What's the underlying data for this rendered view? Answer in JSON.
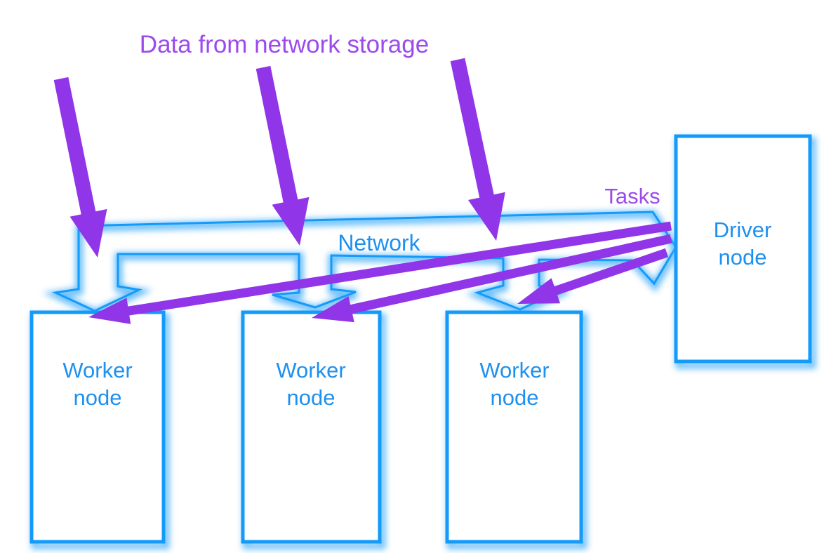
{
  "diagram": {
    "title": "Data from network storage",
    "labels": {
      "network": "Network",
      "tasks": "Tasks"
    },
    "nodes": {
      "worker1": {
        "name": "Worker node",
        "line1": "Worker",
        "line2": "node"
      },
      "worker2": {
        "name": "Worker node",
        "line1": "Worker",
        "line2": "node"
      },
      "worker3": {
        "name": "Worker node",
        "line1": "Worker",
        "line2": "node"
      },
      "driver": {
        "name": "Driver node",
        "line1": "Driver",
        "line2": "node"
      }
    },
    "edges": [
      {
        "type": "data-flow",
        "label": "Data from network storage",
        "to": [
          "worker1",
          "worker2",
          "worker3"
        ]
      },
      {
        "type": "network",
        "label": "Network",
        "connects": [
          "worker1",
          "worker2",
          "worker3",
          "driver"
        ]
      },
      {
        "type": "tasks",
        "label": "Tasks",
        "from": "driver",
        "to": [
          "worker1",
          "worker2",
          "worker3"
        ]
      }
    ],
    "colors": {
      "node_border_blue": "#149AF9",
      "node_text_blue": "#1E90EF",
      "glow_blue": "#6CBFFA",
      "arrow_purple": "#9135E9",
      "label_purple": "#9C4AEC",
      "background": "#FFFFFF"
    }
  }
}
